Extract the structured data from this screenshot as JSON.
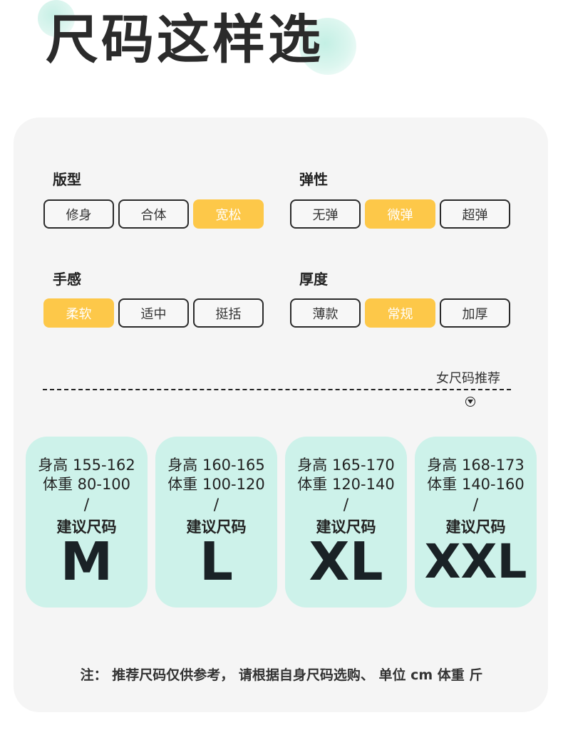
{
  "title": "尺码这样选",
  "groups": {
    "fit": {
      "label": "版型",
      "options": [
        "修身",
        "合体",
        "宽松"
      ],
      "selected": "宽松"
    },
    "elastic": {
      "label": "弹性",
      "options": [
        "无弹",
        "微弹",
        "超弹"
      ],
      "selected": "微弹"
    },
    "feel": {
      "label": "手感",
      "options": [
        "柔软",
        "适中",
        "挺括"
      ],
      "selected": "柔软"
    },
    "thickness": {
      "label": "厚度",
      "options": [
        "薄款",
        "常规",
        "加厚"
      ],
      "selected": "常规"
    }
  },
  "recommend_label": "女尺码推荐",
  "sizes": [
    {
      "height": "身高 155-162",
      "weight": "体重 80-100",
      "slash": "/",
      "rec_label": "建议尺码",
      "size": "M"
    },
    {
      "height": "身高 160-165",
      "weight": "体重 100-120",
      "slash": "/",
      "rec_label": "建议尺码",
      "size": "L"
    },
    {
      "height": "身高 165-170",
      "weight": "体重 120-140",
      "slash": "/",
      "rec_label": "建议尺码",
      "size": "XL"
    },
    {
      "height": "身高 168-173",
      "weight": "体重 140-160",
      "slash": "/",
      "rec_label": "建议尺码",
      "size": "XXL"
    }
  ],
  "note": "注： 推荐尺码仅供参考， 请根据自身尺码选购、 单位 cm 体重 斤",
  "colors": {
    "selected": "#fdc849",
    "size_card": "#cdf2ea",
    "card_bg": "#f5f5f5",
    "accent_blob": "#c8f0e6"
  },
  "icons": {
    "recommend_arrow": "chevron-down-circle-icon"
  }
}
